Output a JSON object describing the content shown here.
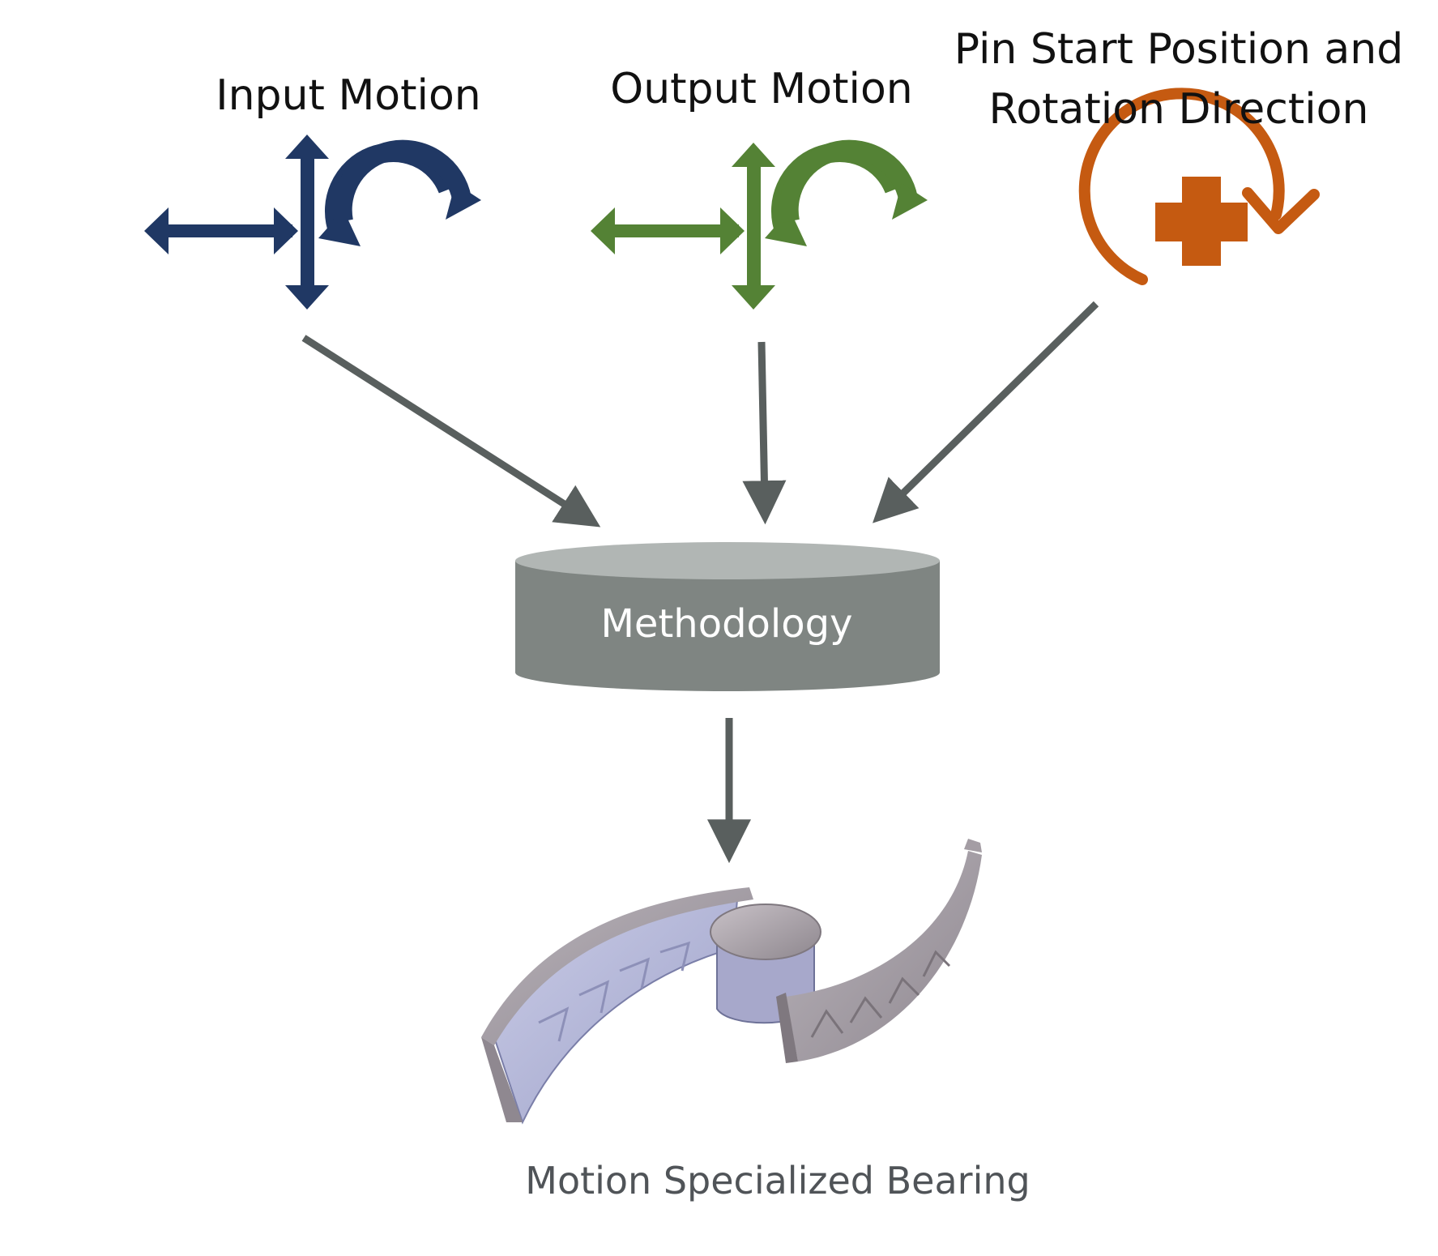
{
  "nodes": {
    "input_motion": {
      "label": "Input Motion",
      "color": "#203864"
    },
    "output_motion": {
      "label": "Output Motion",
      "color": "#548235"
    },
    "pin_start": {
      "label_line1": "Pin Start Position and",
      "label_line2": "Rotation Direction",
      "color": "#C55A11"
    },
    "methodology": {
      "label": "Methodology",
      "body_color": "#7F8582",
      "top_color": "#B1B6B4"
    },
    "bearing": {
      "label": "Motion Specialized Bearing"
    }
  },
  "edges": [
    {
      "from": "input_motion",
      "to": "methodology"
    },
    {
      "from": "output_motion",
      "to": "methodology"
    },
    {
      "from": "pin_start",
      "to": "methodology"
    },
    {
      "from": "methodology",
      "to": "bearing"
    }
  ],
  "colors": {
    "arrow": "#595F5E",
    "bearing_metal": "#9E979F",
    "bearing_inner": "#B3B6D6"
  }
}
